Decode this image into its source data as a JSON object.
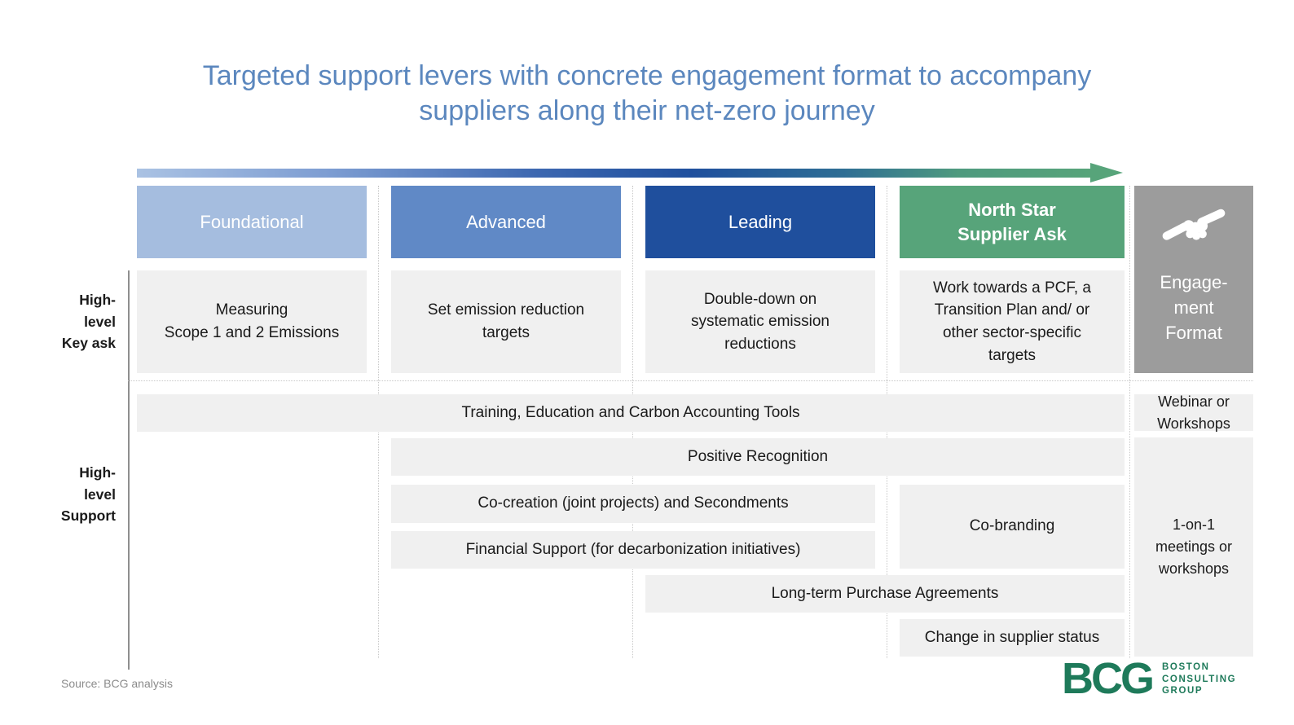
{
  "title": {
    "line1": "Targeted support levers with concrete engagement format to accompany",
    "line2": "suppliers along their net-zero journey"
  },
  "columns": [
    {
      "label": "Foundational",
      "color": "#A5BDDF",
      "key_ask": "Measuring\nScope 1 and 2 Emissions"
    },
    {
      "label": "Advanced",
      "color": "#6089C6",
      "key_ask": "Set emission reduction\ntargets"
    },
    {
      "label": "Leading",
      "color": "#1F4F9D",
      "key_ask": "Double-down on\nsystematic emission\nreductions"
    },
    {
      "label": "North Star\nSupplier Ask",
      "color": "#57A47A",
      "key_ask": "Work towards a PCF, a\nTransition Plan and/ or\nother sector-specific\ntargets"
    }
  ],
  "row_labels": {
    "key_ask": "High-\nlevel\nKey ask",
    "support": "High-\nlevel\nSupport"
  },
  "support": {
    "bars": [
      {
        "label": "Training, Education and Carbon Accounting Tools",
        "span": [
          "Foundational",
          "Advanced",
          "Leading",
          "North Star Supplier Ask"
        ]
      },
      {
        "label": "Positive Recognition",
        "span": [
          "Advanced",
          "Leading",
          "North Star Supplier Ask"
        ]
      },
      {
        "label": "Co-creation (joint projects) and Secondments",
        "span": [
          "Advanced",
          "Leading"
        ]
      },
      {
        "label": "Co-branding",
        "span": [
          "North Star Supplier Ask"
        ]
      },
      {
        "label": "Financial Support (for decarbonization initiatives)",
        "span": [
          "Advanced",
          "Leading"
        ]
      },
      {
        "label": "Long-term Purchase Agreements",
        "span": [
          "Leading",
          "North Star Supplier Ask"
        ]
      },
      {
        "label": "Change in supplier status",
        "span": [
          "North Star Supplier Ask"
        ]
      }
    ]
  },
  "engagement": {
    "header": "Engage-\nment\nFormat",
    "icon": "handshake-icon",
    "webinar": "Webinar or\nWorkshops",
    "one_on_one": "1-on-1\nmeetings or\nworkshops"
  },
  "footer": {
    "source": "Source: BCG analysis",
    "logo": {
      "text": "BCG",
      "line1": "BOSTON",
      "line2": "CONSULTING",
      "line3": "GROUP"
    }
  },
  "colors": {
    "title": "#5B87BE",
    "foundational": "#A5BDDF",
    "advanced": "#6089C6",
    "leading": "#1F4F9D",
    "north_star": "#57A47A",
    "engagement_gray": "#9C9C9C",
    "box_gray": "#F0F0F0",
    "bcg_green": "#1E7A5A"
  }
}
